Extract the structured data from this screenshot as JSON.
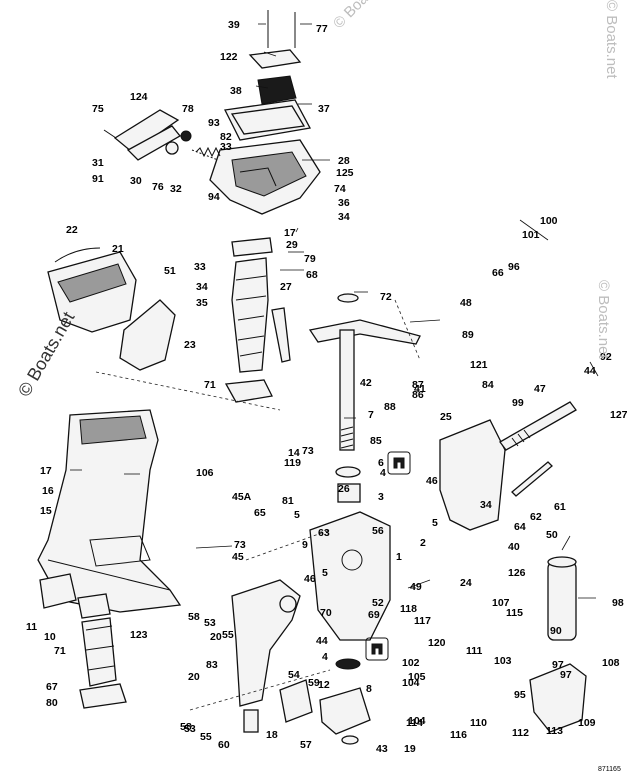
{
  "watermark": "© Boats.net",
  "drawing_code": "871165",
  "part_numbers": [
    "1",
    "2",
    "3",
    "4",
    "4",
    "5",
    "5",
    "5",
    "6",
    "7",
    "8",
    "9",
    "10",
    "11",
    "12",
    "14",
    "15",
    "16",
    "17",
    "17",
    "18",
    "19",
    "20",
    "20",
    "21",
    "22",
    "23",
    "24",
    "25",
    "26",
    "27",
    "28",
    "29",
    "30",
    "31",
    "32",
    "33",
    "33",
    "34",
    "34",
    "34",
    "35",
    "36",
    "37",
    "38",
    "39",
    "40",
    "41",
    "42",
    "43",
    "44",
    "44",
    "45",
    "45A",
    "46",
    "46",
    "47",
    "48",
    "49",
    "50",
    "51",
    "52",
    "53",
    "53",
    "54",
    "55",
    "55",
    "56",
    "57",
    "58",
    "58",
    "59",
    "60",
    "61",
    "62",
    "63",
    "64",
    "65",
    "66",
    "67",
    "68",
    "69",
    "70",
    "71",
    "71",
    "72",
    "73",
    "73",
    "74",
    "75",
    "76",
    "77",
    "78",
    "79",
    "80",
    "81",
    "82",
    "83",
    "84",
    "85",
    "86",
    "87",
    "88",
    "89",
    "90",
    "91",
    "92",
    "93",
    "94",
    "95",
    "96",
    "97",
    "97",
    "98",
    "99",
    "100",
    "101",
    "102",
    "103",
    "104",
    "104",
    "105",
    "106",
    "107",
    "108",
    "109",
    "110",
    "111",
    "112",
    "113",
    "114",
    "115",
    "116",
    "117",
    "118",
    "119",
    "120",
    "121",
    "122",
    "123",
    "124",
    "125",
    "126",
    "127"
  ]
}
